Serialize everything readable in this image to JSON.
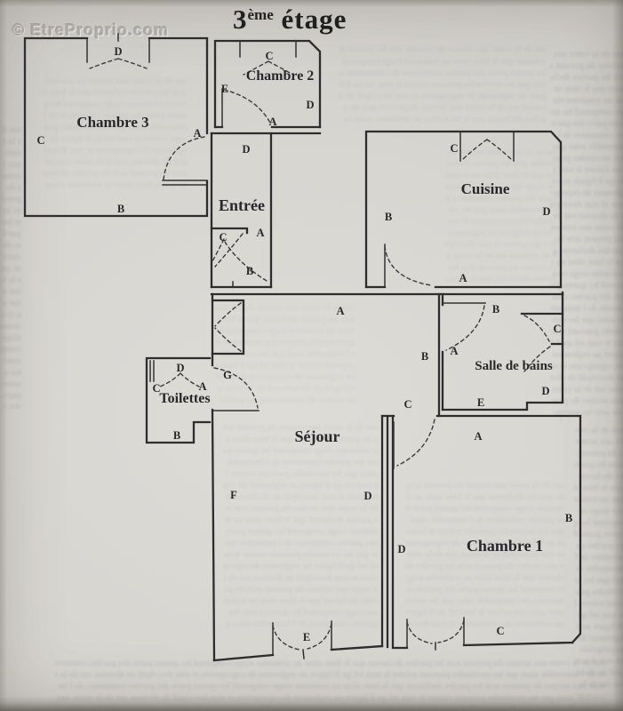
{
  "page": {
    "watermark": "© EtreProprio.com",
    "title": {
      "number": "3",
      "superscript": "ème",
      "word": "étage"
    }
  },
  "plan": {
    "rooms": {
      "chambre3": {
        "name": "Chambre 3",
        "walls": {
          "a": "A",
          "b": "B",
          "c": "C",
          "d": "D"
        }
      },
      "chambre2": {
        "name": "Chambre 2",
        "walls": {
          "a": "A",
          "c": "C",
          "d": "D",
          "e": "E"
        }
      },
      "entree": {
        "name": "Entrée",
        "walls": {
          "a": "A",
          "b": "B",
          "c": "C",
          "d": "D"
        }
      },
      "cuisine": {
        "name": "Cuisine",
        "walls": {
          "a": "A",
          "b": "B",
          "c": "C",
          "d": "D"
        }
      },
      "sejour": {
        "name": "Séjour",
        "walls": {
          "a": "A",
          "b": "B",
          "c": "C",
          "d": "D",
          "e": "E",
          "f": "F",
          "g": "G"
        }
      },
      "toilettes": {
        "name": "Toilettes",
        "walls": {
          "a": "A",
          "b": "B",
          "c": "C",
          "d": "D"
        }
      },
      "salle_de_bains": {
        "name": "Salle de bains",
        "walls": {
          "a": "A",
          "b": "B",
          "c": "C",
          "d": "D",
          "e": "E"
        }
      },
      "chambre1": {
        "name": "Chambre 1",
        "walls": {
          "a": "A",
          "b": "B",
          "c": "C",
          "d": "D"
        }
      }
    }
  }
}
